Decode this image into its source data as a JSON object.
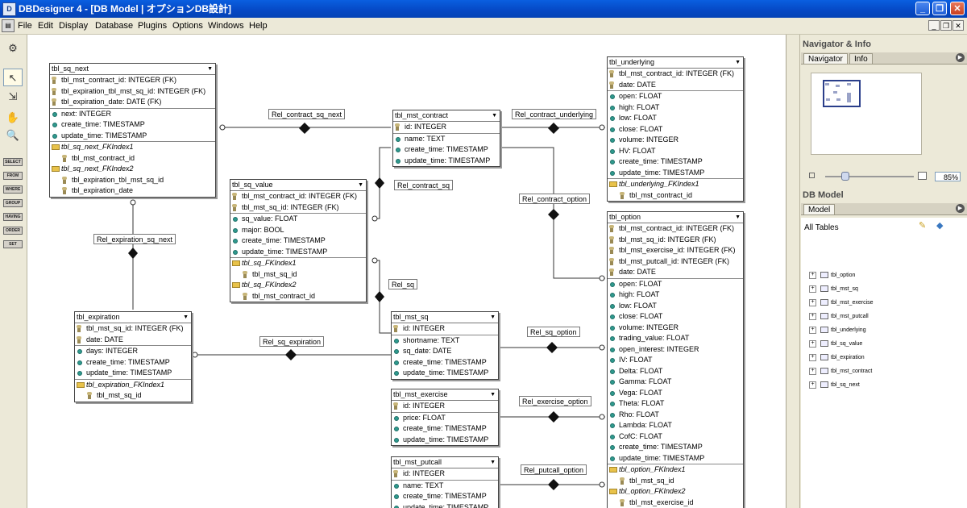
{
  "window": {
    "title": "DBDesigner 4 - [DB Model | オプションDB設計]",
    "app_icon": "db-logo-icon"
  },
  "menu": [
    "File",
    "Edit",
    "Display",
    "Database",
    "Plugins",
    "Options",
    "Windows",
    "Help"
  ],
  "sql_buttons": [
    "SELECT",
    "FROM",
    "WHERE",
    "GROUP",
    "HAVING",
    "ORDER",
    "SET"
  ],
  "tables": {
    "tbl_sq_next": {
      "name": "tbl_sq_next",
      "keys": [
        "tbl_mst_contract_id: INTEGER (FK)",
        "tbl_expiration_tbl_mst_sq_id: INTEGER (FK)",
        "tbl_expiration_date: DATE (FK)"
      ],
      "cols": [
        "next: INTEGER",
        "create_time: TIMESTAMP",
        "update_time: TIMESTAMP"
      ],
      "indexes": [
        {
          "name": "tbl_sq_next_FKIndex1",
          "cols": [
            "tbl_mst_contract_id"
          ]
        },
        {
          "name": "tbl_sq_next_FKIndex2",
          "cols": [
            "tbl_expiration_tbl_mst_sq_id",
            "tbl_expiration_date"
          ]
        }
      ]
    },
    "tbl_mst_contract": {
      "name": "tbl_mst_contract",
      "keys": [
        "id: INTEGER"
      ],
      "cols": [
        "name: TEXT",
        "create_time: TIMESTAMP",
        "update_time: TIMESTAMP"
      ],
      "indexes": []
    },
    "tbl_underlying": {
      "name": "tbl_underlying",
      "keys": [
        "tbl_mst_contract_id: INTEGER (FK)",
        "date: DATE"
      ],
      "cols": [
        "open: FLOAT",
        "high: FLOAT",
        "low: FLOAT",
        "close: FLOAT",
        "volume: INTEGER",
        "HV: FLOAT",
        "create_time: TIMESTAMP",
        "update_time: TIMESTAMP"
      ],
      "indexes": [
        {
          "name": "tbl_underlying_FKIndex1",
          "cols": [
            "tbl_mst_contract_id"
          ]
        }
      ]
    },
    "tbl_sq_value": {
      "name": "tbl_sq_value",
      "keys": [
        "tbl_mst_contract_id: INTEGER (FK)",
        "tbl_mst_sq_id: INTEGER (FK)"
      ],
      "cols": [
        "sq_value: FLOAT",
        "major: BOOL",
        "create_time: TIMESTAMP",
        "update_time: TIMESTAMP"
      ],
      "indexes": [
        {
          "name": "tbl_sq_FKIndex1",
          "cols": [
            "tbl_mst_sq_id"
          ]
        },
        {
          "name": "tbl_sq_FKIndex2",
          "cols": [
            "tbl_mst_contract_id"
          ]
        }
      ]
    },
    "tbl_option": {
      "name": "tbl_option",
      "keys": [
        "tbl_mst_contract_id: INTEGER (FK)",
        "tbl_mst_sq_id: INTEGER (FK)",
        "tbl_mst_exercise_id: INTEGER (FK)",
        "tbl_mst_putcall_id: INTEGER (FK)",
        "date: DATE"
      ],
      "cols": [
        "open: FLOAT",
        "high: FLOAT",
        "low: FLOAT",
        "close: FLOAT",
        "volume: INTEGER",
        "trading_value: FLOAT",
        "open_interest: INTEGER",
        "IV: FLOAT",
        "Delta: FLOAT",
        "Gamma: FLOAT",
        "Vega: FLOAT",
        "Theta: FLOAT",
        "Rho: FLOAT",
        "Lambda: FLOAT",
        "CofC: FLOAT",
        "create_time: TIMESTAMP",
        "update_time: TIMESTAMP"
      ],
      "indexes": [
        {
          "name": "tbl_option_FKIndex1",
          "cols": [
            "tbl_mst_sq_id"
          ]
        },
        {
          "name": "tbl_option_FKIndex2",
          "cols": [
            "tbl_mst_exercise_id"
          ]
        }
      ]
    },
    "tbl_expiration": {
      "name": "tbl_expiration",
      "keys": [
        "tbl_mst_sq_id: INTEGER (FK)",
        "date: DATE"
      ],
      "cols": [
        "days: INTEGER",
        "create_time: TIMESTAMP",
        "update_time: TIMESTAMP"
      ],
      "indexes": [
        {
          "name": "tbl_expiration_FKIndex1",
          "cols": [
            "tbl_mst_sq_id"
          ]
        }
      ]
    },
    "tbl_mst_sq": {
      "name": "tbl_mst_sq",
      "keys": [
        "id: INTEGER"
      ],
      "cols": [
        "shortname: TEXT",
        "sq_date: DATE",
        "create_time: TIMESTAMP",
        "update_time: TIMESTAMP"
      ],
      "indexes": []
    },
    "tbl_mst_exercise": {
      "name": "tbl_mst_exercise",
      "keys": [
        "id: INTEGER"
      ],
      "cols": [
        "price: FLOAT",
        "create_time: TIMESTAMP",
        "update_time: TIMESTAMP"
      ],
      "indexes": []
    },
    "tbl_mst_putcall": {
      "name": "tbl_mst_putcall",
      "keys": [
        "id: INTEGER"
      ],
      "cols": [
        "name: TEXT",
        "create_time: TIMESTAMP",
        "update_time: TIMESTAMP"
      ],
      "indexes": []
    }
  },
  "relations": {
    "contract_sq_next": "Rel_contract_sq_next",
    "contract_underlying": "Rel_contract_underlying",
    "contract_sq": "Rel_contract_sq",
    "contract_option": "Rel_contract_option",
    "expiration_sq_next": "Rel_expiration_sq_next",
    "sq": "Rel_sq",
    "sq_expiration": "Rel_sq_expiration",
    "sq_option": "Rel_sq_option",
    "exercise_option": "Rel_exercise_option",
    "putcall_option": "Rel_putcall_option"
  },
  "panel": {
    "nav_title": "Navigator & Info",
    "nav_tabs": [
      "Navigator",
      "Info"
    ],
    "zoom": "85%",
    "model_title": "DB Model",
    "model_tab": "Model",
    "all_tables": "All Tables",
    "tree": [
      "tbl_option",
      "tbl_mst_sq",
      "tbl_mst_exercise",
      "tbl_mst_putcall",
      "tbl_underlying",
      "tbl_sq_value",
      "tbl_expiration",
      "tbl_mst_contract",
      "tbl_sq_next"
    ]
  }
}
